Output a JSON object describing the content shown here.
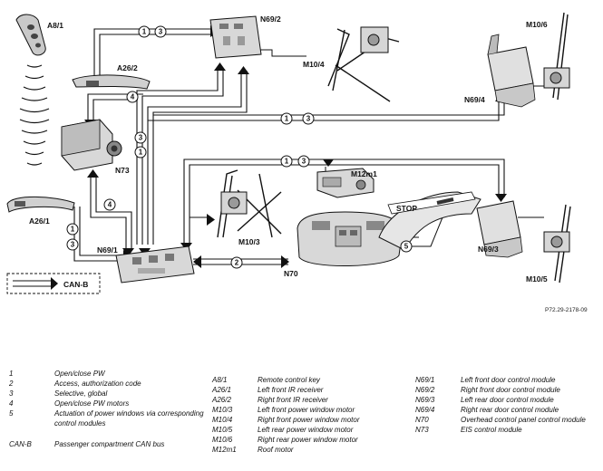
{
  "figure_code": "P72.29-2178-09",
  "bus_label": "CAN-B",
  "component_labels": {
    "a8_1": "A8/1",
    "a26_1": "A26/1",
    "a26_2": "A26/2",
    "n69_1": "N69/1",
    "n69_2": "N69/2",
    "n69_3": "N69/3",
    "n69_4": "N69/4",
    "n70": "N70",
    "n73": "N73",
    "m10_3": "M10/3",
    "m10_4": "M10/4",
    "m10_5": "M10/5",
    "m10_6": "M10/6",
    "m12m1": "M12m1",
    "stop": "STOP"
  },
  "callouts": [
    "1",
    "2",
    "3",
    "4",
    "5"
  ],
  "legend_numbers": [
    {
      "key": "1",
      "text": "Open/close PW"
    },
    {
      "key": "2",
      "text": "Access, authorization code"
    },
    {
      "key": "3",
      "text": "Selective, global"
    },
    {
      "key": "4",
      "text": "Open/close PW motors"
    },
    {
      "key": "5",
      "text": "Actuation of power windows via corresponding control modules"
    },
    {
      "key": "CAN-B",
      "text": "Passenger compartment CAN bus"
    }
  ],
  "legend_components_a": [
    {
      "key": "A8/1",
      "text": "Remote control key"
    },
    {
      "key": "A26/1",
      "text": "Left front IR receiver"
    },
    {
      "key": "A26/2",
      "text": "Right front IR receiver"
    },
    {
      "key": "M10/3",
      "text": "Left front power window motor"
    },
    {
      "key": "M10/4",
      "text": "Right front power window motor"
    },
    {
      "key": "M10/5",
      "text": "Left rear power window motor"
    },
    {
      "key": "M10/6",
      "text": "Right rear power window motor"
    },
    {
      "key": "M12m1",
      "text": "Roof motor"
    }
  ],
  "legend_components_b": [
    {
      "key": "N69/1",
      "text": "Left front door control module"
    },
    {
      "key": "N69/2",
      "text": "Right front door control module"
    },
    {
      "key": "N69/3",
      "text": "Left rear door control module"
    },
    {
      "key": "N69/4",
      "text": "Right rear door control module"
    },
    {
      "key": "N70",
      "text": "Overhead control panel control module"
    },
    {
      "key": "N73",
      "text": "EIS control module"
    }
  ]
}
